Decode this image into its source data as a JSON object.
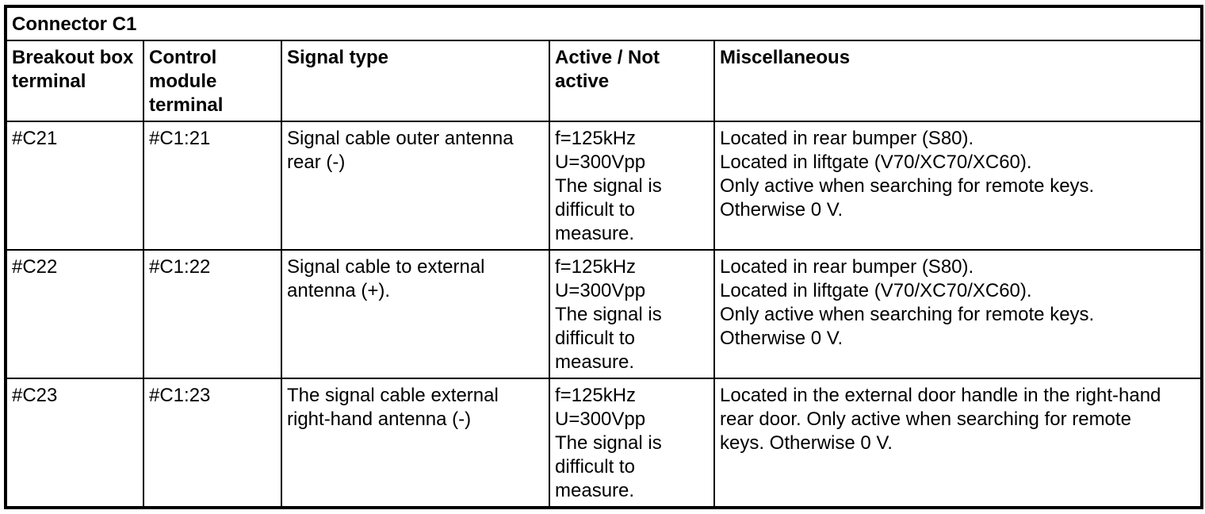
{
  "table": {
    "title": "Connector C1",
    "columns": [
      "Breakout box\nterminal",
      "Control\nmodule\nterminal",
      "Signal type",
      "Active / Not\nactive",
      "Miscellaneous"
    ],
    "rows": [
      {
        "breakout_terminal": "#C21",
        "module_terminal": "#C1:21",
        "signal_type": "Signal cable outer antenna\nrear (-)",
        "active": "f=125kHz\nU=300Vpp\nThe signal is\ndifficult to\nmeasure.",
        "misc": "Located in rear bumper (S80).\nLocated in liftgate (V70/XC70/XC60).\nOnly active when searching for remote keys.\nOtherwise 0 V."
      },
      {
        "breakout_terminal": "#C22",
        "module_terminal": "#C1:22",
        "signal_type": "Signal cable to external\nantenna (+).",
        "active": "f=125kHz\nU=300Vpp\nThe signal is\ndifficult to\nmeasure.",
        "misc": "Located in rear bumper (S80).\nLocated in liftgate (V70/XC70/XC60).\nOnly active when searching for remote keys.\nOtherwise 0 V."
      },
      {
        "breakout_terminal": "#C23",
        "module_terminal": "#C1:23",
        "signal_type": "The signal cable external\nright-hand antenna (-)",
        "active": "f=125kHz\nU=300Vpp\nThe signal is\ndifficult to\nmeasure.",
        "misc": "Located in the external door handle in the right-hand\nrear door. Only active when searching for remote\nkeys. Otherwise 0 V."
      }
    ]
  }
}
